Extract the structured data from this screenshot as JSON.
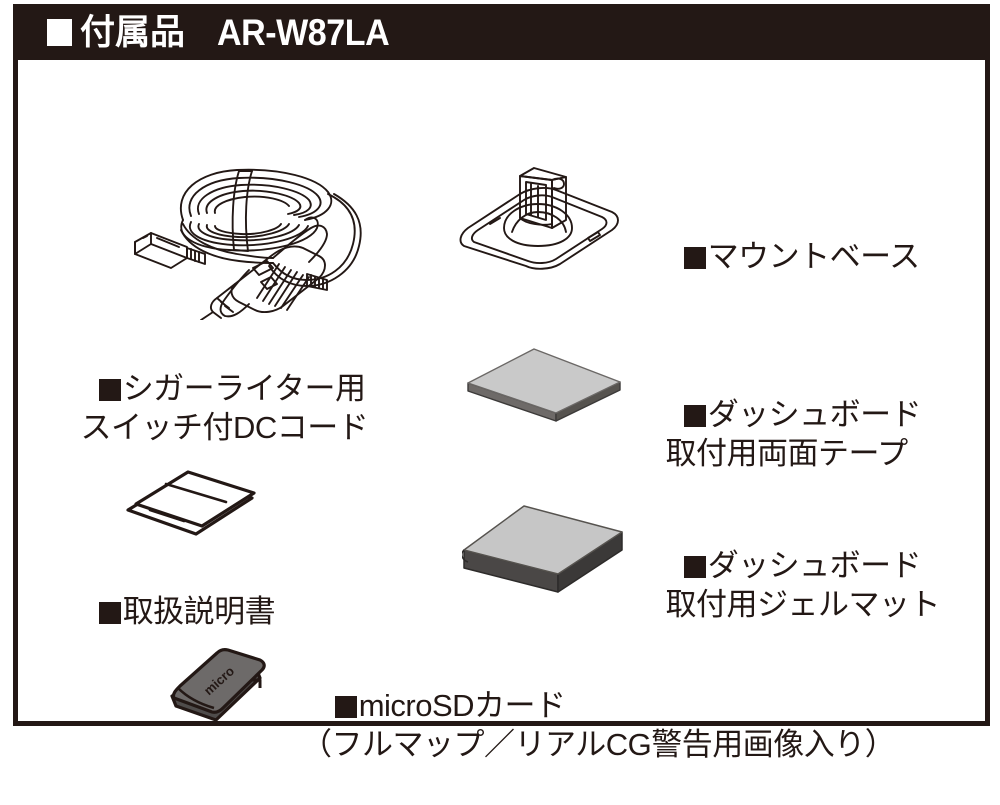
{
  "header": {
    "bullet_icon": "white-square-bullet",
    "title": "付属品",
    "model": "AR-W87LA",
    "bg_color": "#231815",
    "text_color": "#ffffff"
  },
  "colors": {
    "ink": "#231815",
    "paper": "#ffffff",
    "slab_top": "#c9c9c9",
    "slab_side": "#6e6a68",
    "gel_top": "#c6c6c6",
    "gel_side": "#4a4746",
    "sd_body": "#6d6a69"
  },
  "items": [
    {
      "id": "dc-cord",
      "illustration": "dc-cord-illustration",
      "bullet_icon": "black-square-bullet",
      "lines": [
        "シガーライター用",
        "スイッチ付DCコード"
      ]
    },
    {
      "id": "mount-base",
      "illustration": "mount-base-illustration",
      "bullet_icon": "black-square-bullet",
      "lines": [
        "マウントベース"
      ]
    },
    {
      "id": "dashboard-tape",
      "illustration": "double-sided-tape-illustration",
      "bullet_icon": "black-square-bullet",
      "lines": [
        "ダッシュボード",
        "取付用両面テープ"
      ]
    },
    {
      "id": "dashboard-gel-mat",
      "illustration": "gel-mat-illustration",
      "bullet_icon": "black-square-bullet",
      "lines": [
        "ダッシュボード",
        "取付用ジェルマット"
      ]
    },
    {
      "id": "instruction-manual",
      "illustration": "manual-booklet-illustration",
      "bullet_icon": "black-square-bullet",
      "lines": [
        "取扱説明書"
      ]
    },
    {
      "id": "microsd-card",
      "illustration": "microsd-card-illustration",
      "bullet_icon": "black-square-bullet",
      "lines": [
        "microSDカード",
        "（フルマップ／リアルCG警告用画像入り）"
      ],
      "card_face_text": "micro"
    }
  ],
  "labels": {
    "dc_line1": "シガーライター用",
    "dc_line2": "　スイッチ付DCコード",
    "mount_line1": "マウントベース",
    "tape_line1": "ダッシュボード",
    "tape_line2": "　取付用両面テープ",
    "gel_line1": "ダッシュボード",
    "gel_line2": "　取付用ジェルマット",
    "manual_line1": "取扱説明書",
    "sd_line1": "microSDカード",
    "sd_line2": "　（フルマップ／リアルCG警告用画像入り）"
  }
}
